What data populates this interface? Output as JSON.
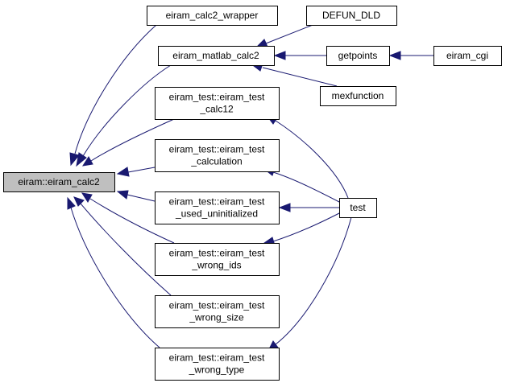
{
  "diagram": {
    "colors": {
      "edge": "#191970",
      "root_fill": "#bfbfbf",
      "node_fill": "#ffffff",
      "node_stroke": "#000000"
    },
    "nodes": [
      {
        "id": "root",
        "label_lines": [
          "eiram::eiram_calc2"
        ],
        "highlight": true
      },
      {
        "id": "wrapper",
        "label_lines": [
          "eiram_calc2_wrapper"
        ]
      },
      {
        "id": "matlab",
        "label_lines": [
          "eiram_matlab_calc2"
        ]
      },
      {
        "id": "calc12",
        "label_lines": [
          "eiram_test::eiram_test",
          "_calc12"
        ]
      },
      {
        "id": "calculation",
        "label_lines": [
          "eiram_test::eiram_test",
          "_calculation"
        ]
      },
      {
        "id": "used_uninit",
        "label_lines": [
          "eiram_test::eiram_test",
          "_used_uninitialized"
        ]
      },
      {
        "id": "wrong_ids",
        "label_lines": [
          "eiram_test::eiram_test",
          "_wrong_ids"
        ]
      },
      {
        "id": "wrong_size",
        "label_lines": [
          "eiram_test::eiram_test",
          "_wrong_size"
        ]
      },
      {
        "id": "wrong_type",
        "label_lines": [
          "eiram_test::eiram_test",
          "_wrong_type"
        ]
      },
      {
        "id": "defun",
        "label_lines": [
          "DEFUN_DLD"
        ]
      },
      {
        "id": "getpoints",
        "label_lines": [
          "getpoints"
        ]
      },
      {
        "id": "mexfunction",
        "label_lines": [
          "mexfunction"
        ]
      },
      {
        "id": "eiram_cgi",
        "label_lines": [
          "eiram_cgi"
        ]
      },
      {
        "id": "test",
        "label_lines": [
          "test"
        ]
      }
    ],
    "edges": [
      {
        "from": "wrapper",
        "to": "root"
      },
      {
        "from": "matlab",
        "to": "root"
      },
      {
        "from": "calc12",
        "to": "root"
      },
      {
        "from": "calculation",
        "to": "root"
      },
      {
        "from": "used_uninit",
        "to": "root"
      },
      {
        "from": "wrong_ids",
        "to": "root"
      },
      {
        "from": "wrong_size",
        "to": "root"
      },
      {
        "from": "wrong_type",
        "to": "root"
      },
      {
        "from": "defun",
        "to": "matlab"
      },
      {
        "from": "getpoints",
        "to": "matlab"
      },
      {
        "from": "mexfunction",
        "to": "matlab"
      },
      {
        "from": "eiram_cgi",
        "to": "getpoints"
      },
      {
        "from": "test",
        "to": "calc12"
      },
      {
        "from": "test",
        "to": "calculation"
      },
      {
        "from": "test",
        "to": "used_uninit"
      },
      {
        "from": "test",
        "to": "wrong_ids"
      },
      {
        "from": "test",
        "to": "wrong_type"
      }
    ]
  }
}
